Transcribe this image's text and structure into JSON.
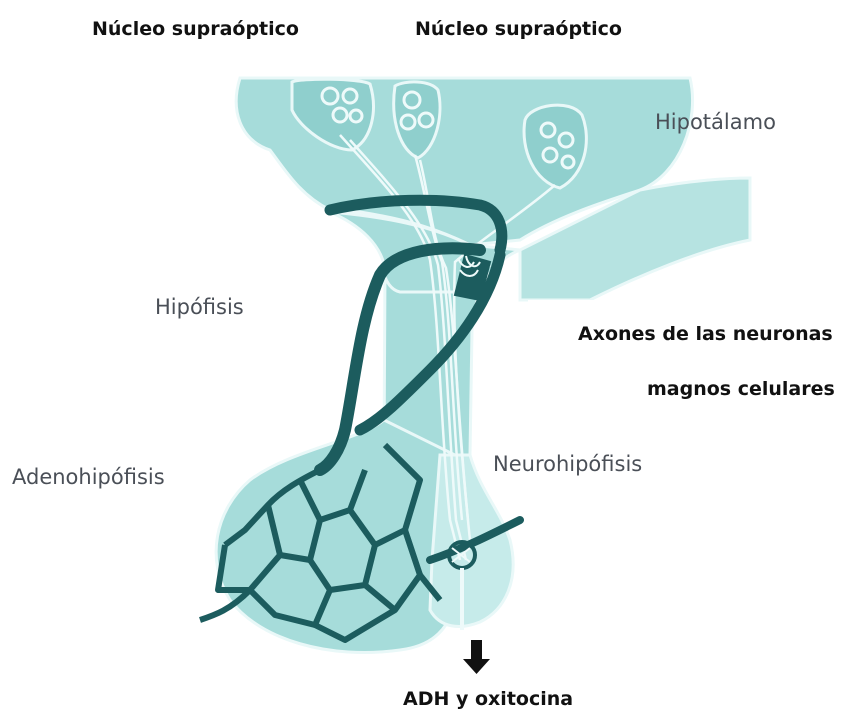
{
  "labels": {
    "nucleo_supraoptico_left": "Núcleo supraóptico",
    "nucleo_supraoptico_right": "Núcleo supraóptico",
    "hipotalamo": "Hipotálamo",
    "hipofisis": "Hipófisis",
    "axones_line1": "Axones de las neuronas",
    "axones_line2": "magnos celulares",
    "adenohipofisis": "Adenohipófisis",
    "neurohipofisis": "Neurohipófisis",
    "adh_oxitocina": "ADH y oxitocina"
  },
  "colors": {
    "tissue_fill": "#a6dcda",
    "tissue_light": "#c6ebea",
    "outline": "#e9f8f8",
    "vessel": "#1c5c5e",
    "nucleus": "#8fcfcd",
    "arrow": "#111111"
  },
  "icons": {
    "secretion_arrow": "down-arrow-icon"
  }
}
